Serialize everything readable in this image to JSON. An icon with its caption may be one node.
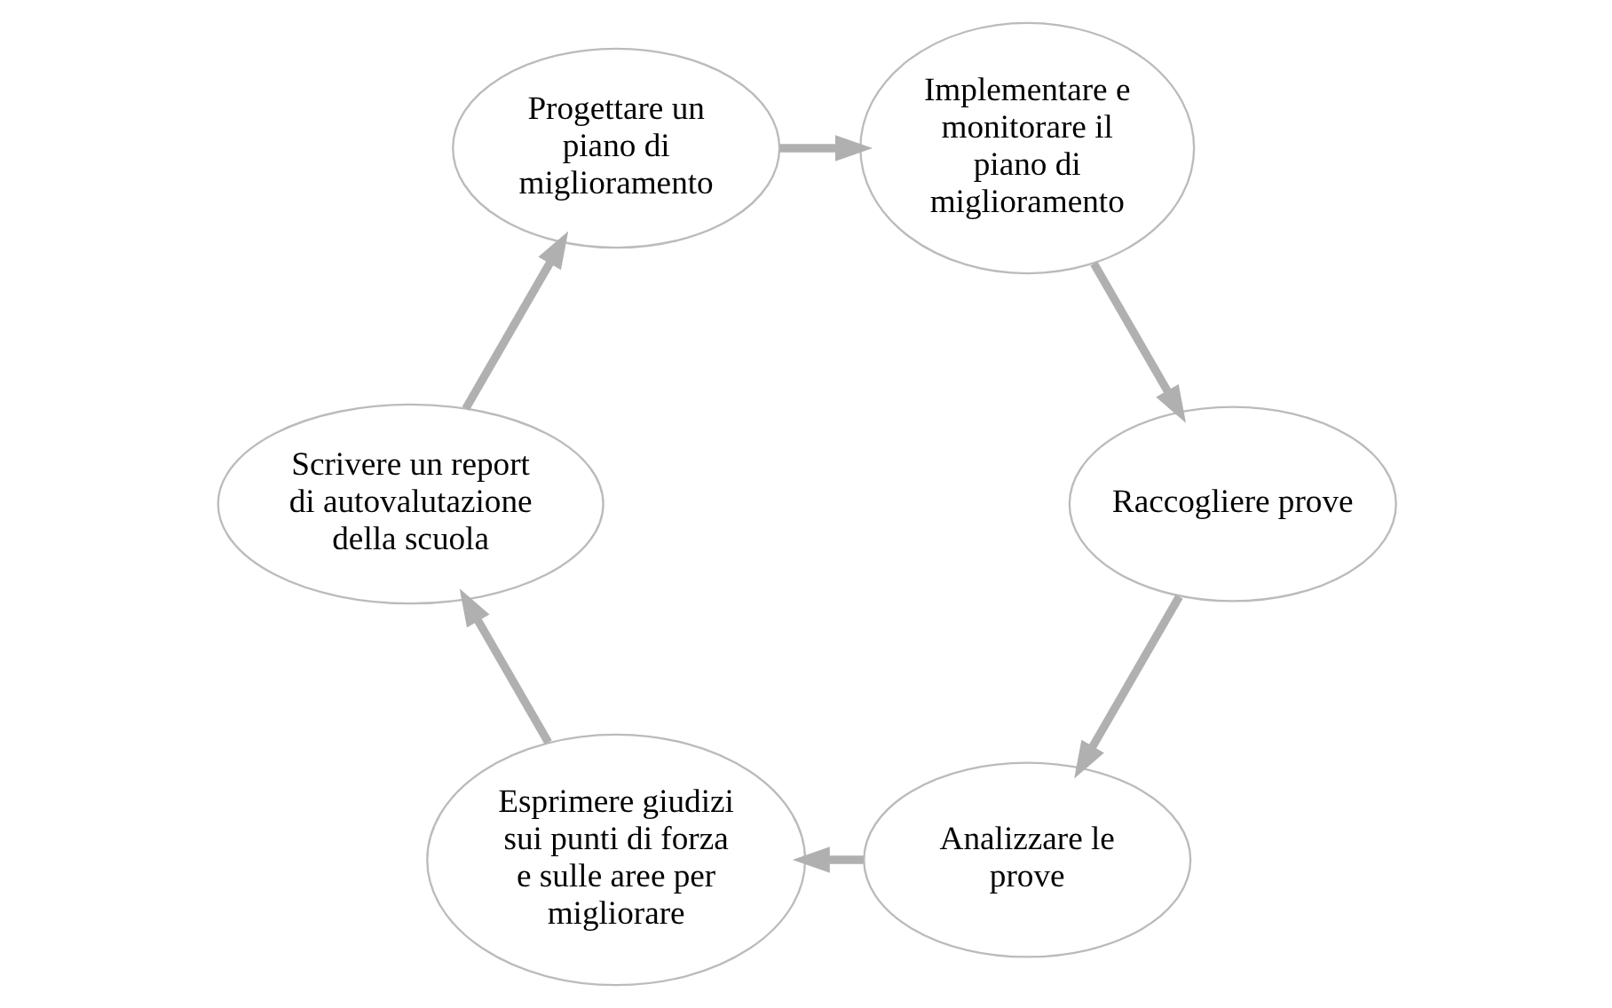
{
  "diagram": {
    "nodes": [
      {
        "text": [
          "Analizzare le prove"
        ]
      },
      {
        "text": [
          "Raccogliere prove"
        ]
      },
      {
        "text": [
          "Esprimere giudizi sui punti di forza e sulle aree per migliorare"
        ]
      },
      {
        "text": [
          "Implementare e monitorare il piano di miglioramento"
        ]
      },
      {
        "text": [
          "Scrivere un report di autovalutazione della scuola"
        ]
      },
      {
        "text": [
          "Progettare un piano di miglioramento"
        ]
      }
    ],
    "edges": [
      {
        "from": 1,
        "to": 0,
        "arrow": "to"
      },
      {
        "from": 0,
        "to": 2,
        "arrow": "to"
      },
      {
        "from": 2,
        "to": 4,
        "arrow": "to"
      },
      {
        "from": 4,
        "to": 5,
        "arrow": "to"
      },
      {
        "from": 5,
        "to": 3,
        "arrow": "to"
      },
      {
        "from": 3,
        "to": 1,
        "arrow": "to"
      }
    ]
  }
}
